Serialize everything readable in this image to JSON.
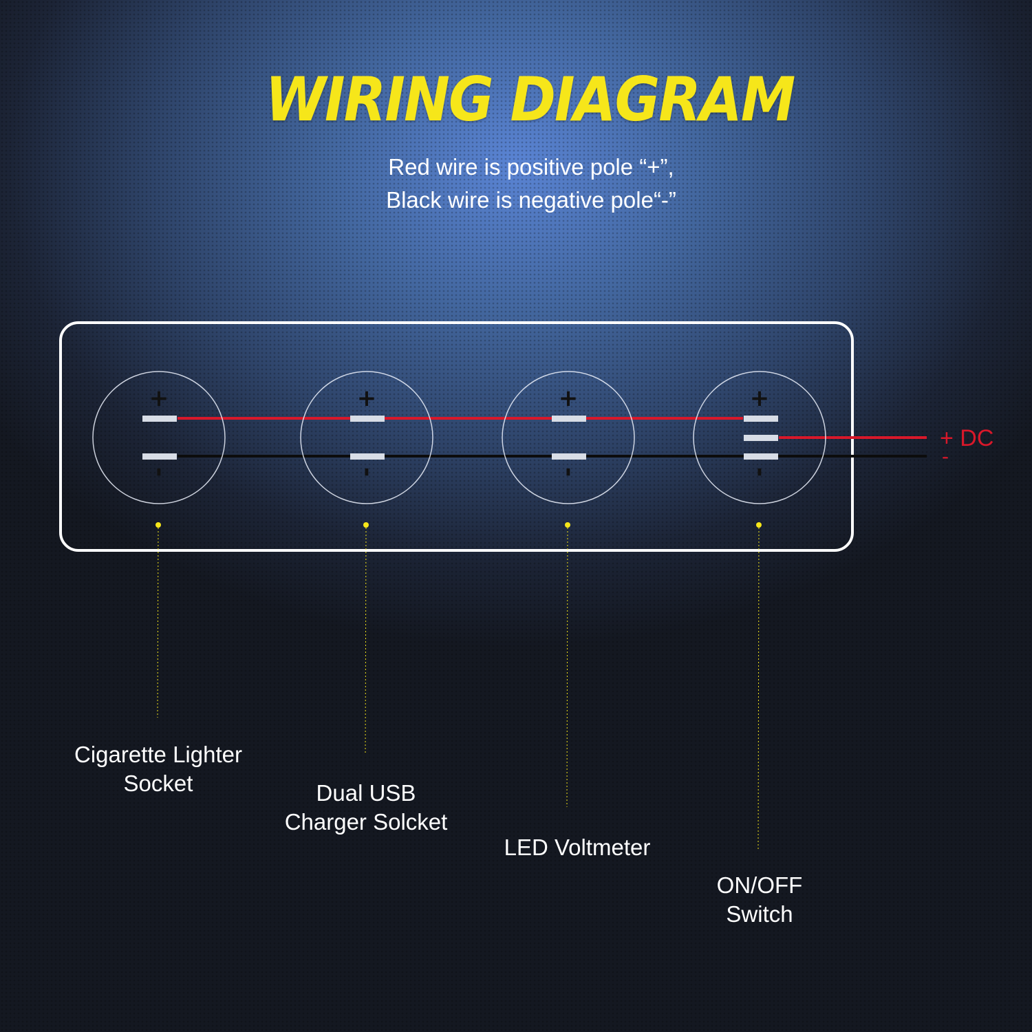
{
  "title": "WIRING DIAGRAM",
  "legend": {
    "line1": "Red wire is positive pole “+”,",
    "line2": "Black wire is negative pole“-”"
  },
  "power": {
    "positive_label": "+ DC",
    "negative_label": "-"
  },
  "components": [
    {
      "name": "Cigarette Lighter\nSocket",
      "plus": "+",
      "minus": "-"
    },
    {
      "name": "Dual USB\nCharger Solcket",
      "plus": "+",
      "minus": "-"
    },
    {
      "name": "LED Voltmeter",
      "plus": "+",
      "minus": "-"
    },
    {
      "name": "ON/OFF\nSwitch",
      "plus": "+",
      "minus": "-"
    }
  ],
  "colors": {
    "title": "#f6e61a",
    "positive_wire": "#d8182a",
    "negative_wire": "#0c0c0c",
    "terminal": "#d8dde6",
    "leader_dot": "#f6e61a"
  }
}
